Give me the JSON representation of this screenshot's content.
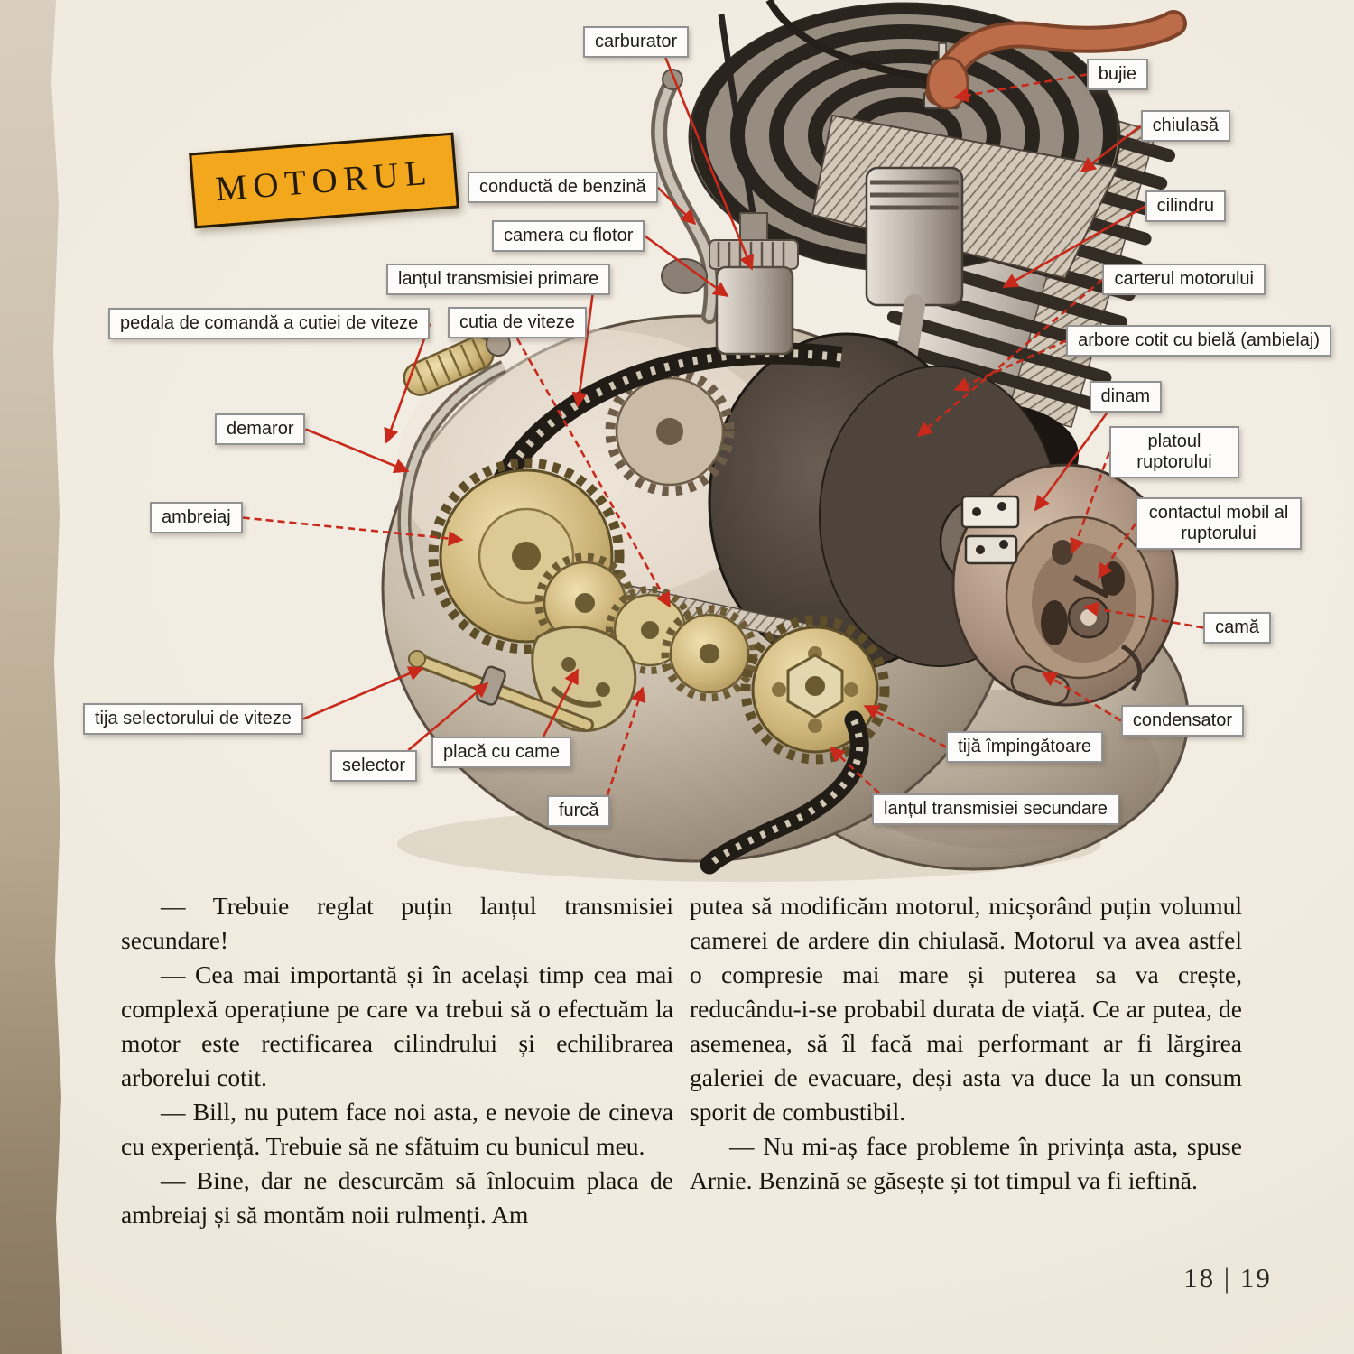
{
  "page": {
    "banner_title": "MOTORUL",
    "page_number": "18 | 19"
  },
  "colors": {
    "accent_red": "#c8291a",
    "banner_yellow": "#f2a71d",
    "paper": "#f1ebe0"
  },
  "diagram": {
    "labels": [
      {
        "id": "carburator",
        "text": "carburator"
      },
      {
        "id": "bujie",
        "text": "bujie"
      },
      {
        "id": "chiulasa",
        "text": "chiulasă"
      },
      {
        "id": "conducta",
        "text": "conductă de benzină"
      },
      {
        "id": "camera-flotor",
        "text": "camera cu flotor"
      },
      {
        "id": "cilindru",
        "text": "cilindru"
      },
      {
        "id": "lant-primar",
        "text": "lanțul transmisiei primare"
      },
      {
        "id": "carter",
        "text": "carterul motorului"
      },
      {
        "id": "pedala",
        "text": "pedala de comandă a cutiei de viteze"
      },
      {
        "id": "cutia",
        "text": "cutia de viteze"
      },
      {
        "id": "arbore",
        "text": "arbore cotit cu bielă (ambielaj)"
      },
      {
        "id": "dinam",
        "text": "dinam"
      },
      {
        "id": "demaror",
        "text": "demaror"
      },
      {
        "id": "platoul",
        "text": "platoul ruptorului"
      },
      {
        "id": "ambreiaj",
        "text": "ambreiaj"
      },
      {
        "id": "contactul",
        "text": "contactul mobil al ruptorului"
      },
      {
        "id": "cama",
        "text": "camă"
      },
      {
        "id": "tija-selector",
        "text": "tija selectorului de viteze"
      },
      {
        "id": "condensator",
        "text": "condensator"
      },
      {
        "id": "selector",
        "text": "selector"
      },
      {
        "id": "placa-came",
        "text": "placă cu came"
      },
      {
        "id": "tija-imp",
        "text": "tijă împingătoare"
      },
      {
        "id": "furca",
        "text": "furcă"
      },
      {
        "id": "lant-secundar",
        "text": "lanțul transmisiei secundare"
      }
    ]
  },
  "body": {
    "left_column": [
      "— Trebuie reglat puțin lanțul transmisiei secundare!",
      "— Cea mai importantă și în același timp cea mai complexă operațiune pe care va trebui să o efectuăm la motor este rectificarea cilindrului și echilibrarea arborelui cotit.",
      "— Bill, nu putem face noi asta, e nevoie de cineva cu experiență. Trebuie să ne sfătuim cu bunicul meu.",
      "— Bine, dar ne descurcăm să înlocuim placa de ambreiaj și să montăm noii rulmenți. Am"
    ],
    "right_column": [
      "putea să modificăm motorul, micșorând puțin volumul camerei de ardere din chiulasă. Motorul va avea astfel o compresie mai mare și puterea sa va crește, reducându-i-se probabil durata de viață. Ce ar putea, de asemenea, să îl facă mai performant ar fi lărgirea galeriei de evacuare, deși asta va duce la un consum sporit de combustibil.",
      "— Nu mi-aș face probleme în privința asta, spuse Arnie. Benzină se găsește și tot timpul va fi ieftină."
    ]
  }
}
